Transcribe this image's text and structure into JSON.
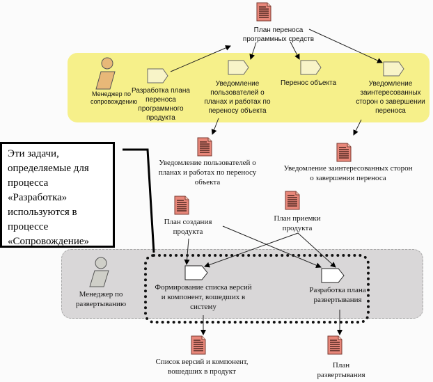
{
  "lanes": {
    "maintenance": {
      "role": "Менеджер по сопровождению",
      "tasks": [
        "Разработка плана переноса программного продукта",
        "Уведомление пользователей о планах и работах по переносу объекта",
        "Перенос объекта",
        "Уведомление заинтересованных сторон о завершении переноса"
      ]
    },
    "deployment": {
      "role": "Менеджер по развертыванию",
      "tasks": [
        "Формирование списка версий и компонент, вошедших в систему",
        "Разработка плана развертывания"
      ]
    }
  },
  "documents": {
    "transfer_plan": "План переноса программных средств",
    "user_notice": "Уведомление пользователей о планах и работах по переносу объекта",
    "stakeholder_notice": "Уведомление заинтересованных сторон о завершении переноса",
    "creation_plan": "План создания продукта",
    "acceptance_plan": "План приемки продукта",
    "versions_list": "Список версий и компонент, вошедших в продукт",
    "deploy_plan": "План развертывания"
  },
  "callout": {
    "text": "Эти задачи, определяемые для процесса «Разработка» используются в процессе «Сопровождение»"
  },
  "colors": {
    "maintenance_lane": "#f6f08a",
    "deployment_lane": "#d9d7d8",
    "document": "#e8877a",
    "role_maintenance": "#e8b878",
    "role_deployment": "#cfcfc8"
  }
}
